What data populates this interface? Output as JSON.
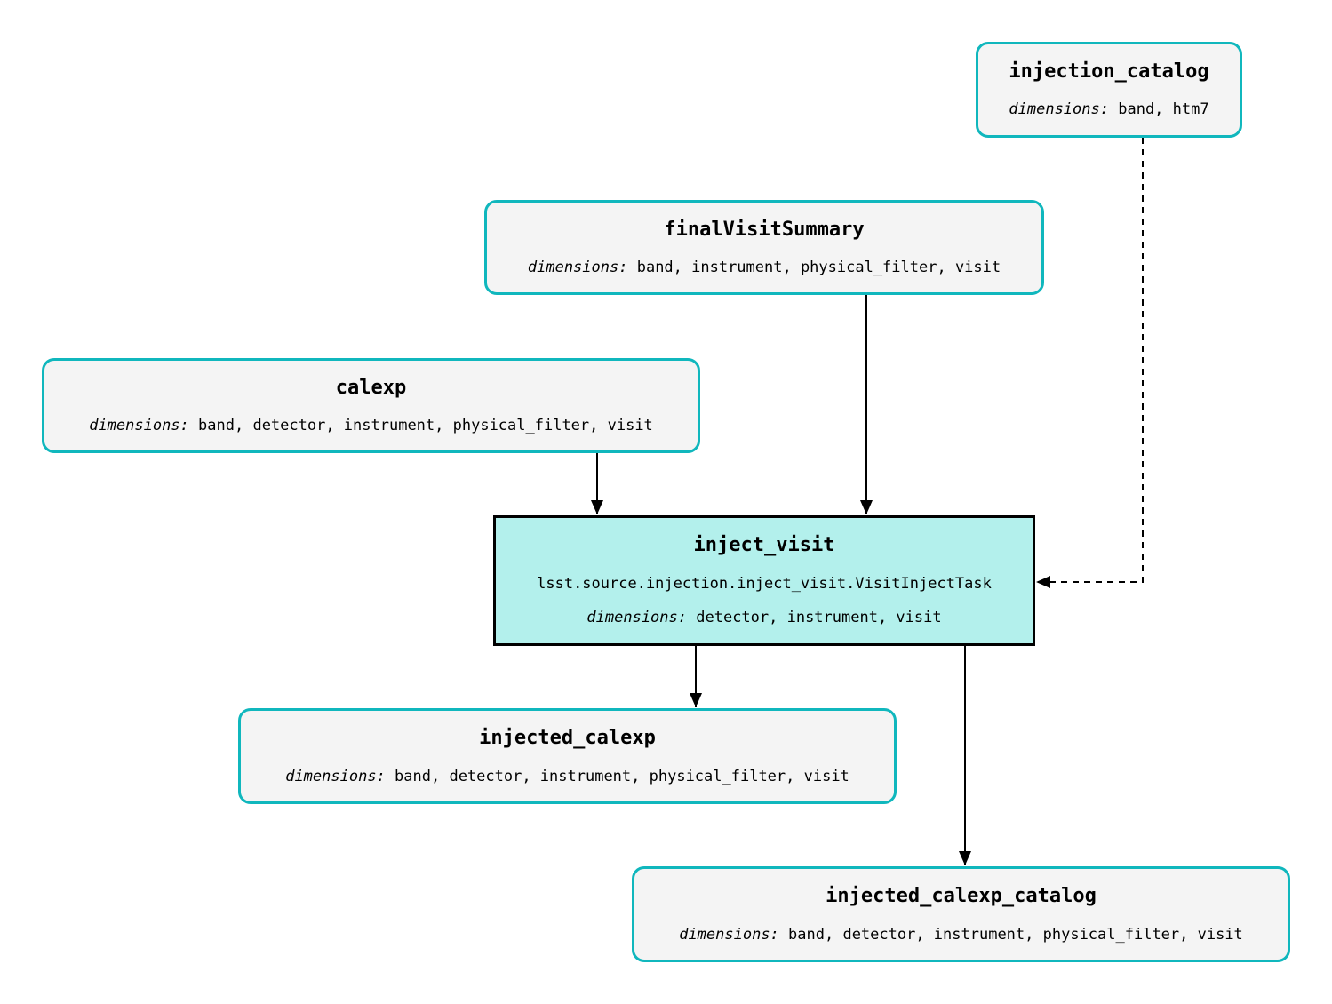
{
  "diagram": {
    "dimensions_label": "dimensions:",
    "colors": {
      "dataset_border": "#10b7bd",
      "dataset_fill": "#f4f4f4",
      "task_border": "#000000",
      "task_fill": "#b3f0ec",
      "edge": "#000000"
    },
    "nodes": {
      "injection_catalog": {
        "name": "injection_catalog",
        "dimensions": "band, htm7"
      },
      "finalVisitSummary": {
        "name": "finalVisitSummary",
        "dimensions": "band, instrument, physical_filter, visit"
      },
      "calexp": {
        "name": "calexp",
        "dimensions": "band, detector, instrument, physical_filter, visit"
      },
      "inject_visit": {
        "name": "inject_visit",
        "task_class": "lsst.source.injection.inject_visit.VisitInjectTask",
        "dimensions": "detector, instrument, visit"
      },
      "injected_calexp": {
        "name": "injected_calexp",
        "dimensions": "band, detector, instrument, physical_filter, visit"
      },
      "injected_calexp_catalog": {
        "name": "injected_calexp_catalog",
        "dimensions": "band, detector, instrument, physical_filter, visit"
      }
    },
    "edges": [
      {
        "from": "injection_catalog",
        "to": "inject_visit",
        "style": "dashed"
      },
      {
        "from": "finalVisitSummary",
        "to": "inject_visit",
        "style": "solid"
      },
      {
        "from": "calexp",
        "to": "inject_visit",
        "style": "solid"
      },
      {
        "from": "inject_visit",
        "to": "injected_calexp",
        "style": "solid"
      },
      {
        "from": "inject_visit",
        "to": "injected_calexp_catalog",
        "style": "solid"
      }
    ]
  }
}
